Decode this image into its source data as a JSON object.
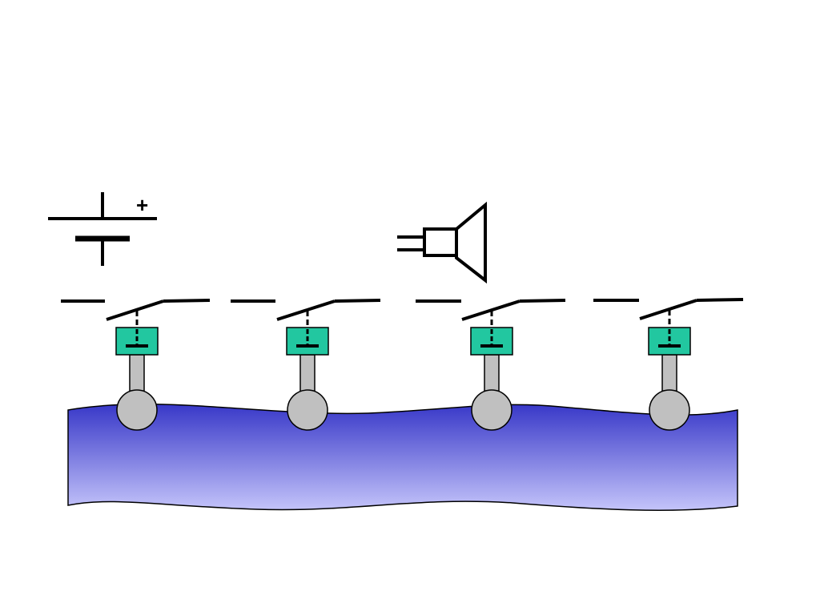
{
  "diagram": {
    "battery": {
      "positive_label": "+",
      "icon": "battery-symbol-icon"
    },
    "speaker": {
      "icon": "speaker-symbol-icon"
    },
    "liquid": {
      "gradient_top": "#3838c8",
      "gradient_bottom": "#c4c4fa"
    },
    "sensor": {
      "box_color": "#22c7a0",
      "stem_color": "#c0c0c0",
      "float_color": "#c0c0c0"
    },
    "sensor_units": [
      {
        "id": 1,
        "switch": "open"
      },
      {
        "id": 2,
        "switch": "open"
      },
      {
        "id": 3,
        "switch": "open"
      },
      {
        "id": 4,
        "switch": "open"
      }
    ]
  }
}
